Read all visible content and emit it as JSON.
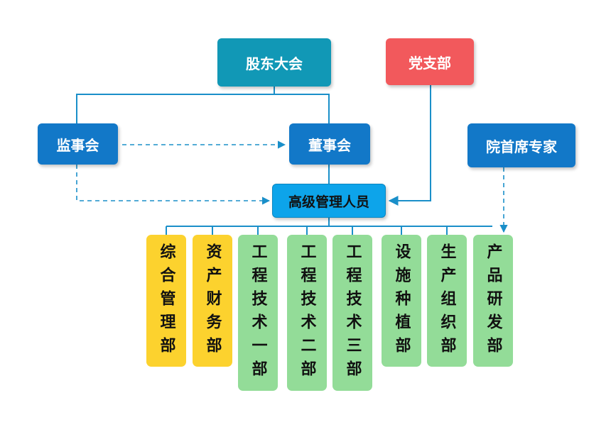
{
  "nodes": {
    "shareholders": "股东大会",
    "party_branch": "党支部",
    "supervisory_board": "监事会",
    "board_of_directors": "董事会",
    "chief_expert": "院首席专家",
    "senior_management": "高级管理人员"
  },
  "departments": [
    {
      "name": "综合管理部",
      "color": "yellow"
    },
    {
      "name": "资产财务部",
      "color": "yellow"
    },
    {
      "name": "工程技术一部",
      "color": "green"
    },
    {
      "name": "工程技术二部",
      "color": "green"
    },
    {
      "name": "工程技术三部",
      "color": "green"
    },
    {
      "name": "设施种植部",
      "color": "green"
    },
    {
      "name": "生产组织部",
      "color": "green"
    },
    {
      "name": "产品研发部",
      "color": "green"
    }
  ],
  "colors": {
    "teal": "#1198b6",
    "blue": "#1278c8",
    "red": "#f2595c",
    "cyan": "#0da4ea",
    "yellow": "#fcd22e",
    "green": "#93dc98",
    "connector": "#1a8fc9"
  }
}
